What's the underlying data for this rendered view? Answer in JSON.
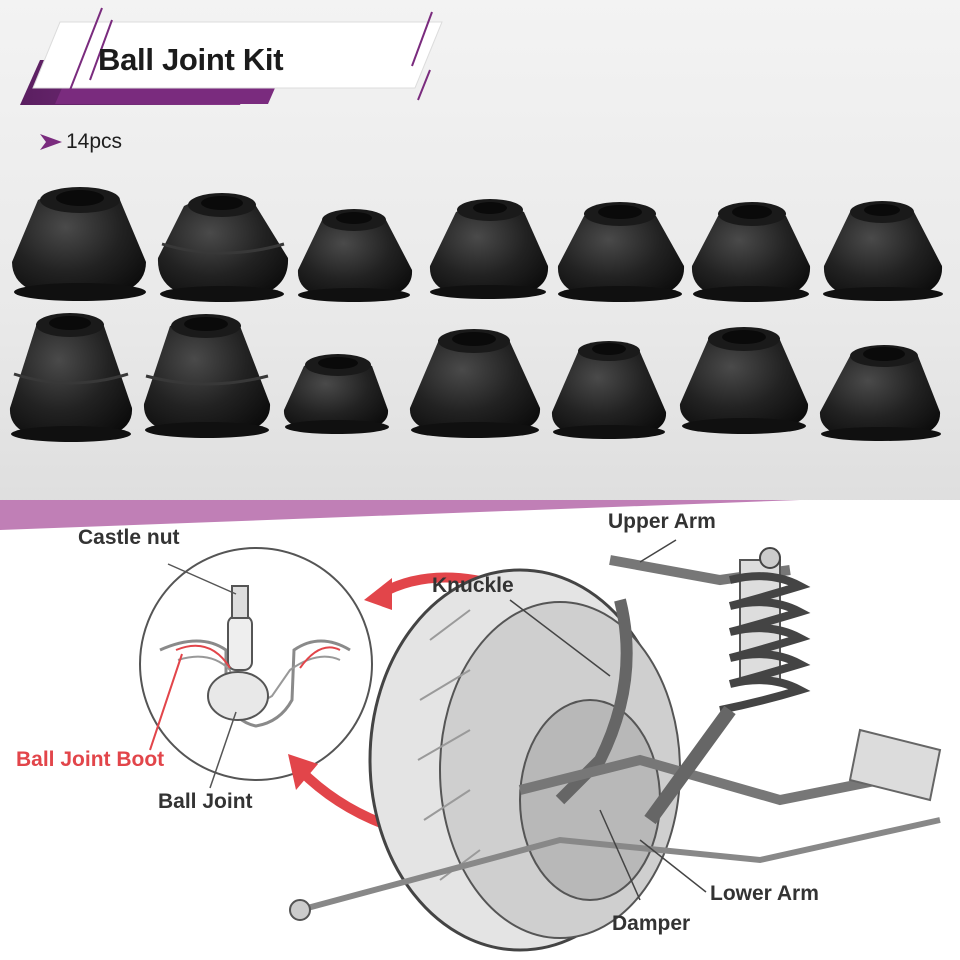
{
  "banner": {
    "title": "Ball Joint Kit",
    "quantity": "14pcs",
    "accent_color": "#7a2b7e"
  },
  "product_photo": {
    "item_name": "ball-joint-boot",
    "rows": [
      {
        "count": 7
      },
      {
        "count": 7
      }
    ]
  },
  "diagram": {
    "labels": {
      "castle_nut": "Castle nut",
      "upper_arm": "Upper Arm",
      "knuckle": "Knuckle",
      "ball_joint_boot": "Ball Joint Boot",
      "ball_joint": "Ball Joint",
      "lower_arm": "Lower Arm",
      "damper": "Damper"
    },
    "highlight_color": "#e2454a",
    "divider_color": "#c07fb6"
  }
}
